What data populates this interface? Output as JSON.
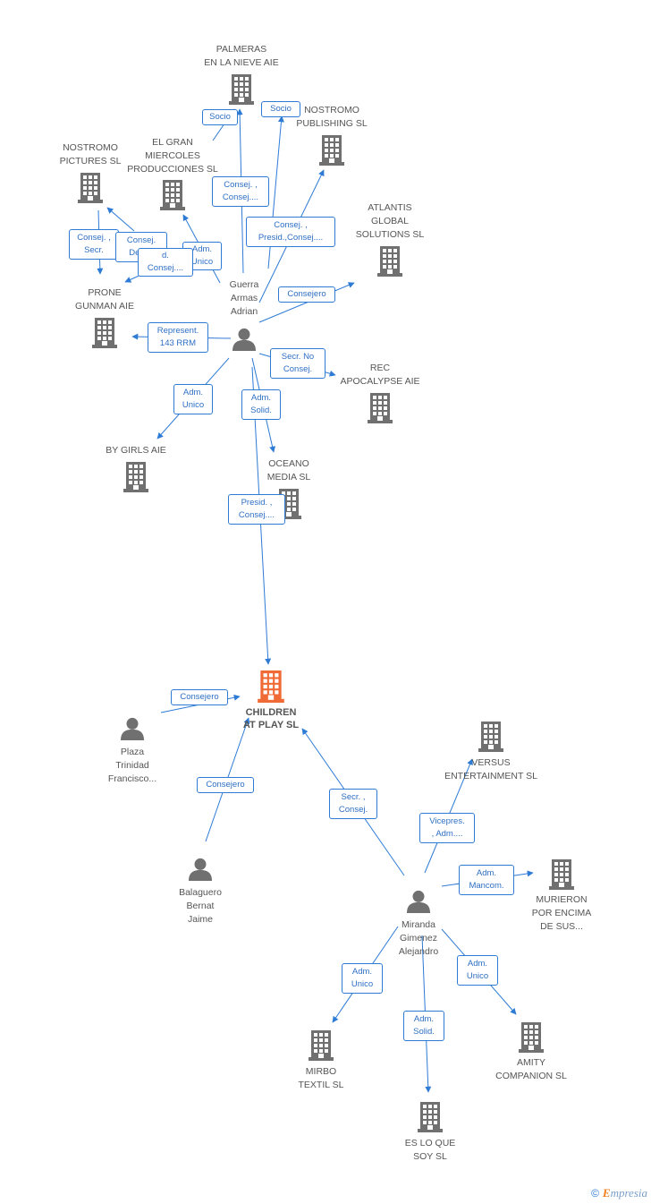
{
  "colors": {
    "edge": "#2e7bd6",
    "building": "#707070",
    "focus_building": "#f06a35",
    "person": "#707070"
  },
  "footer": {
    "copyright_symbol": "©",
    "brand_initial": "E",
    "brand_rest": "mpresia"
  },
  "nodes": {
    "palmeras": {
      "label": [
        "PALMERAS",
        "EN LA NIEVE  AIE"
      ],
      "kind": "company"
    },
    "nostromo_pub": {
      "label": [
        "NOSTROMO",
        "PUBLISHING SL"
      ],
      "kind": "company"
    },
    "nostromo_pic": {
      "label": [
        "NOSTROMO",
        "PICTURES  SL"
      ],
      "kind": "company"
    },
    "gran_miercoles": {
      "label": [
        "EL GRAN",
        "MIERCOLES",
        "PRODUCCIONES SL"
      ],
      "kind": "company"
    },
    "atlantis": {
      "label": [
        "ATLANTIS",
        "GLOBAL",
        "SOLUTIONS SL"
      ],
      "kind": "company"
    },
    "prone": {
      "label": [
        "PRONE",
        "GUNMAN AIE"
      ],
      "kind": "company"
    },
    "guerra": {
      "label": [
        "Guerra",
        "Armas",
        "Adrian"
      ],
      "kind": "person"
    },
    "rec": {
      "label": [
        "REC",
        "APOCALYPSE AIE"
      ],
      "kind": "company"
    },
    "bygirls": {
      "label": [
        "BY GIRLS  AIE"
      ],
      "kind": "company"
    },
    "oceano": {
      "label": [
        "OCEANO",
        "MEDIA SL"
      ],
      "kind": "company"
    },
    "children": {
      "label": [
        "CHILDREN",
        "AT PLAY SL"
      ],
      "kind": "focus"
    },
    "plaza": {
      "label": [
        "Plaza",
        "Trinidad",
        "Francisco..."
      ],
      "kind": "person"
    },
    "balaguero": {
      "label": [
        "Balaguero",
        "Bernat",
        "Jaime"
      ],
      "kind": "person"
    },
    "versus": {
      "label": [
        "VERSUS",
        "ENTERTAINMENT SL"
      ],
      "kind": "company"
    },
    "murieron": {
      "label": [
        "MURIERON",
        "POR ENCIMA",
        "DE SUS..."
      ],
      "kind": "company"
    },
    "miranda": {
      "label": [
        "Miranda",
        "Gimenez",
        "Alejandro"
      ],
      "kind": "person"
    },
    "mirbo": {
      "label": [
        "MIRBO",
        "TEXTIL SL"
      ],
      "kind": "company"
    },
    "amity": {
      "label": [
        "AMITY",
        "COMPANION SL"
      ],
      "kind": "company"
    },
    "eslo": {
      "label": [
        "ES LO QUE",
        "SOY  SL"
      ],
      "kind": "company"
    }
  },
  "edges": [
    {
      "from": "guerra",
      "to": "palmeras",
      "label": [
        "Consej. ,",
        "Consej...."
      ]
    },
    {
      "from": "guerra",
      "to": "palmeras",
      "label": [
        "Socio"
      ]
    },
    {
      "from": "guerra",
      "to": "nostromo_pub",
      "label": [
        "Socio"
      ]
    },
    {
      "from": "guerra",
      "to": "nostromo_pub",
      "label": [
        "Consej. ,",
        "Presid.,Consej...."
      ]
    },
    {
      "from": "guerra",
      "to": "nostromo_pic",
      "label": [
        "Consej. ,",
        "Secr."
      ]
    },
    {
      "from": "guerra",
      "to": "nostromo_pic",
      "label": [
        "Consej.",
        "Del.,..."
      ]
    },
    {
      "from": "guerra",
      "to": "gran_miercoles",
      "label": [
        "Adm.",
        "Unico"
      ]
    },
    {
      "from": "guerra",
      "to": "prone",
      "label": [
        "d.",
        "Consej...."
      ]
    },
    {
      "from": "guerra",
      "to": "atlantis",
      "label": [
        "Consejero"
      ]
    },
    {
      "from": "guerra",
      "to": "prone",
      "label": [
        "Represent.",
        "143 RRM"
      ]
    },
    {
      "from": "guerra",
      "to": "rec",
      "label": [
        "Secr. No",
        "Consej."
      ]
    },
    {
      "from": "guerra",
      "to": "bygirls",
      "label": [
        "Adm.",
        "Unico"
      ]
    },
    {
      "from": "guerra",
      "to": "oceano",
      "label": [
        "Adm.",
        "Solid."
      ]
    },
    {
      "from": "guerra",
      "to": "children",
      "label": [
        "Presid. ,",
        "Consej...."
      ]
    },
    {
      "from": "plaza",
      "to": "children",
      "label": [
        "Consejero"
      ]
    },
    {
      "from": "balaguero",
      "to": "children",
      "label": [
        "Consejero"
      ]
    },
    {
      "from": "miranda",
      "to": "children",
      "label": [
        "Secr. ,",
        "Consej."
      ]
    },
    {
      "from": "miranda",
      "to": "versus",
      "label": [
        "Vicepres.",
        ", Adm...."
      ]
    },
    {
      "from": "miranda",
      "to": "murieron",
      "label": [
        "Adm.",
        "Mancom."
      ]
    },
    {
      "from": "miranda",
      "to": "mirbo",
      "label": [
        "Adm.",
        "Unico"
      ]
    },
    {
      "from": "miranda",
      "to": "eslo",
      "label": [
        "Adm.",
        "Solid."
      ]
    },
    {
      "from": "miranda",
      "to": "amity",
      "label": [
        "Adm.",
        "Unico"
      ]
    }
  ]
}
